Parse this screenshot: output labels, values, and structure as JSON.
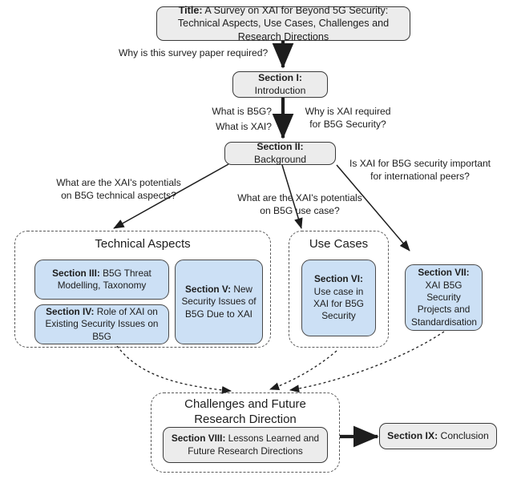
{
  "diagram": {
    "type": "flowchart",
    "title_box": {
      "label_bold": "Title:",
      "label_rest": " A Survey on XAI for Beyond 5G Security: Technical Aspects, Use Cases, Challenges and Research Directions"
    },
    "nodes": [
      {
        "id": "title",
        "bold": "Title:",
        "rest": " A Survey on XAI for Beyond 5G Security: Technical Aspects, Use Cases, Challenges and Research Directions",
        "style": "grey"
      },
      {
        "id": "section1",
        "bold": "Section I:",
        "rest": "Introduction",
        "style": "grey"
      },
      {
        "id": "section2",
        "bold": "Section II:",
        "rest": " Background",
        "style": "grey"
      },
      {
        "id": "section3",
        "bold": "Section III:",
        "rest": " B5G Threat Modelling, Taxonomy",
        "style": "blue"
      },
      {
        "id": "section4",
        "bold": "Section IV:",
        "rest": " Role of XAI on Existing Security Issues on B5G",
        "style": "blue"
      },
      {
        "id": "section5",
        "bold": "Section V:",
        "rest": " New Security Issues of B5G Due to XAI",
        "style": "blue"
      },
      {
        "id": "section6",
        "bold": "Section VI:",
        "rest": " Use case in XAI for B5G Security",
        "style": "blue"
      },
      {
        "id": "section7",
        "bold": "Section VII:",
        "rest": " XAI B5G Security Projects and Standardisation",
        "style": "blue"
      },
      {
        "id": "section8",
        "bold": "Section VIII:",
        "rest": " Lessons Learned and Future Research Directions",
        "style": "grey"
      },
      {
        "id": "section9",
        "bold": "Section IX:",
        "rest": " Conclusion",
        "style": "grey"
      }
    ],
    "groups": [
      {
        "id": "technical-aspects",
        "title": "Technical Aspects"
      },
      {
        "id": "use-cases",
        "title": "Use Cases"
      },
      {
        "id": "challenges",
        "title": "Challenges and Future\nResearch Direction"
      }
    ],
    "edge_labels": [
      {
        "id": "q-survey-required",
        "text": "Why is this survey paper required?"
      },
      {
        "id": "q-what-is-b5g",
        "text": "What is B5G?"
      },
      {
        "id": "q-what-is-xai",
        "text": "What is XAI?"
      },
      {
        "id": "q-why-xai-required",
        "text": "Why is XAI required\nfor B5G Security?"
      },
      {
        "id": "q-xai-potentials-technical",
        "text": "What are the XAI's potentials\non B5G technical aspects?"
      },
      {
        "id": "q-xai-potentials-usecase",
        "text": "What are the XAI's potentials\non B5G use case?"
      },
      {
        "id": "q-international-peers",
        "text": "Is XAI for B5G security important\nfor international peers?"
      }
    ],
    "colors": {
      "blue_fill": "#cce0f5",
      "grey_fill": "#ececec",
      "border": "#3a3a3a",
      "dashed_border": "#5a5a5a",
      "text": "#1d1d1d",
      "background": "#ffffff"
    }
  }
}
